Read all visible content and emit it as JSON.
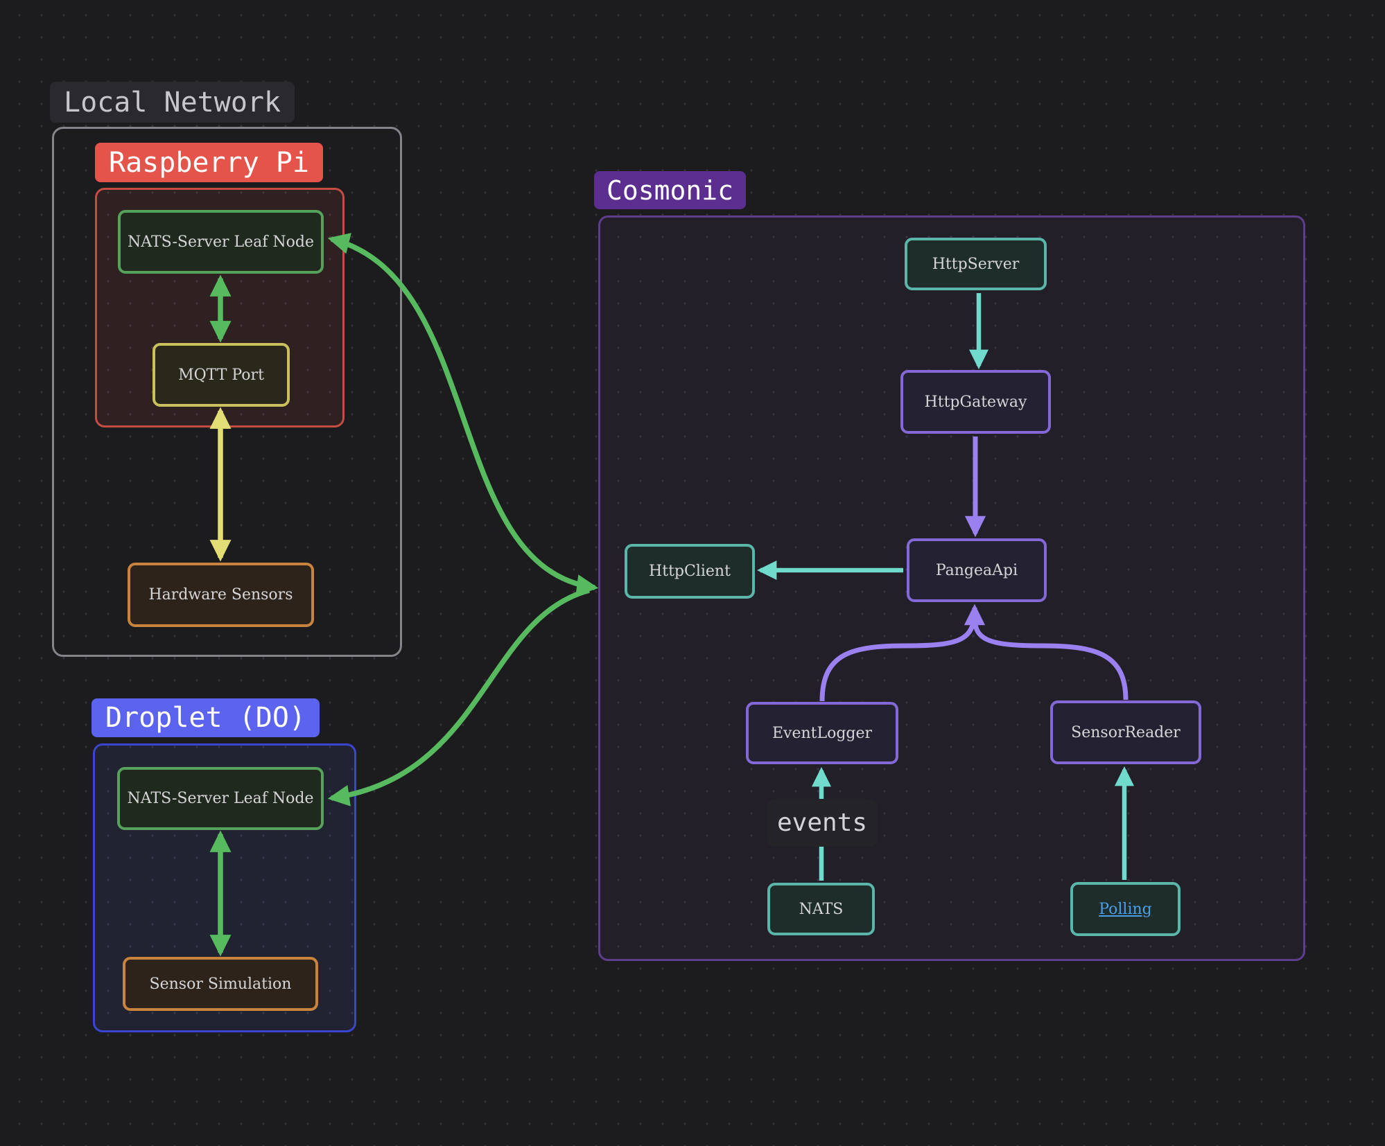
{
  "groups": {
    "local_network": {
      "label": "Local Network"
    },
    "raspberry_pi": {
      "label": "Raspberry Pi"
    },
    "droplet": {
      "label": "Droplet (DO)"
    },
    "cosmonic": {
      "label": "Cosmonic"
    }
  },
  "nodes": {
    "nats_rpi": {
      "label": "NATS-Server Leaf Node"
    },
    "mqtt_port": {
      "label": "MQTT Port"
    },
    "hardware_sensors": {
      "label": "Hardware Sensors"
    },
    "nats_droplet": {
      "label": "NATS-Server Leaf Node"
    },
    "sensor_simulation": {
      "label": "Sensor Simulation"
    },
    "http_server": {
      "label": "HttpServer"
    },
    "http_gateway": {
      "label": "HttpGateway"
    },
    "pangea_api": {
      "label": "PangeaApi"
    },
    "http_client": {
      "label": "HttpClient"
    },
    "event_logger": {
      "label": "EventLogger"
    },
    "sensor_reader": {
      "label": "SensorReader"
    },
    "nats": {
      "label": "NATS"
    },
    "polling": {
      "label": "Polling",
      "is_link": "true"
    }
  },
  "edge_labels": {
    "events": "events"
  },
  "edges": [
    {
      "from": "nats_rpi",
      "to": "mqtt_port",
      "color": "green",
      "bidirectional": true
    },
    {
      "from": "mqtt_port",
      "to": "hardware_sensors",
      "color": "yellow",
      "bidirectional": true
    },
    {
      "from": "nats_droplet",
      "to": "sensor_simulation",
      "color": "green",
      "bidirectional": true
    },
    {
      "from": "nats_rpi",
      "to": "cosmonic",
      "color": "green",
      "bidirectional": true
    },
    {
      "from": "nats_droplet",
      "to": "cosmonic",
      "color": "green",
      "bidirectional": true
    },
    {
      "from": "http_server",
      "to": "http_gateway",
      "color": "teal",
      "bidirectional": false
    },
    {
      "from": "http_gateway",
      "to": "pangea_api",
      "color": "purple",
      "bidirectional": false
    },
    {
      "from": "pangea_api",
      "to": "http_client",
      "color": "teal",
      "bidirectional": false
    },
    {
      "from": "event_logger",
      "to": "pangea_api",
      "color": "purple",
      "bidirectional": false
    },
    {
      "from": "sensor_reader",
      "to": "pangea_api",
      "color": "purple",
      "bidirectional": false
    },
    {
      "from": "nats",
      "to": "event_logger",
      "color": "teal",
      "label": "events",
      "bidirectional": false
    },
    {
      "from": "polling",
      "to": "sensor_reader",
      "color": "teal",
      "bidirectional": false
    }
  ],
  "colors": {
    "bg": "#1c1b1e",
    "red": "#e4544a",
    "red-border": "#c44d44",
    "blue": "#5b63ef",
    "blue-border": "#3a46cf",
    "purple-label": "#5c2e90",
    "cosmonic-border": "#5e3d8c",
    "green-border": "#55a35b",
    "yellow-border": "#c9c05e",
    "orange-border": "#c8833e",
    "teal-border": "#5cb5a9",
    "purple-node-border": "#8468d8",
    "arrow-green": "#57ba5f",
    "arrow-yellow": "#e2dd75",
    "arrow-teal": "#70dbcd",
    "arrow-purple": "#9b80f0",
    "link": "#4a9fe8"
  }
}
